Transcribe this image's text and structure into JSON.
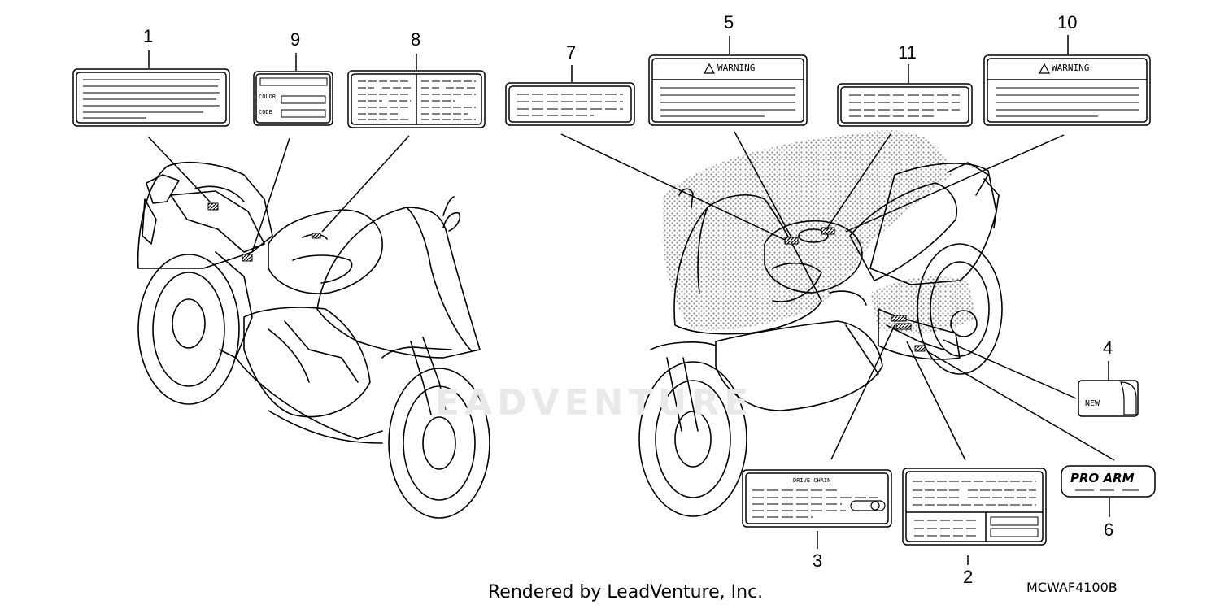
{
  "callouts": {
    "c1": "1",
    "c2": "2",
    "c3": "3",
    "c4": "4",
    "c5": "5",
    "c6": "6",
    "c7": "7",
    "c8": "8",
    "c9": "9",
    "c10": "10",
    "c11": "11"
  },
  "label_texts": {
    "color": "COLOR",
    "code": "CODE",
    "warning_5": "WARNING",
    "warning_10": "WARNING",
    "drive_chain": "DRIVE CHAIN",
    "new": "NEW",
    "pro_arm": "PRO ARM"
  },
  "footer": {
    "rendered_by": "Rendered by LeadVenture, Inc.",
    "diagram_code": "MCWAF4100B"
  },
  "watermark": "EADVENTURE",
  "colors": {
    "line": "#000000",
    "stipple": "#9a9a9a",
    "watermark": "#e9e9e9"
  }
}
